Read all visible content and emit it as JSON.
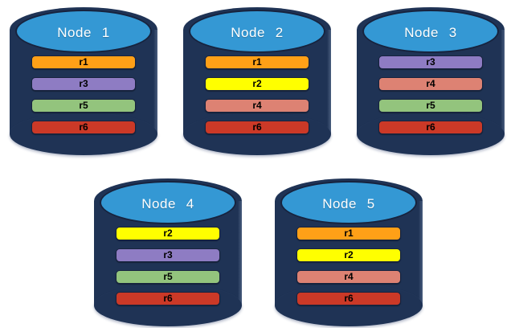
{
  "colors": {
    "cylinder_body": "#1F3355",
    "cylinder_outline": "#17233E",
    "top_face": "#3498D4",
    "node_label_text": "#FFFFFF",
    "bar_label_text": "#000000",
    "background": "#FFFFFF",
    "replicas": {
      "r1": "#FFA017",
      "r2": "#FFFF00",
      "r3": "#8E7CC3",
      "r4": "#DD8273",
      "r5": "#93C47D",
      "r6": "#CB3927"
    }
  },
  "nodes": [
    {
      "label": "Node 1",
      "replicas": [
        "r1",
        "r3",
        "r5",
        "r6"
      ]
    },
    {
      "label": "Node 2",
      "replicas": [
        "r1",
        "r2",
        "r4",
        "r6"
      ]
    },
    {
      "label": "Node 3",
      "replicas": [
        "r3",
        "r4",
        "r5",
        "r6"
      ]
    },
    {
      "label": "Node 4",
      "replicas": [
        "r2",
        "r3",
        "r5",
        "r6"
      ]
    },
    {
      "label": "Node 5",
      "replicas": [
        "r1",
        "r2",
        "r4",
        "r6"
      ]
    }
  ]
}
